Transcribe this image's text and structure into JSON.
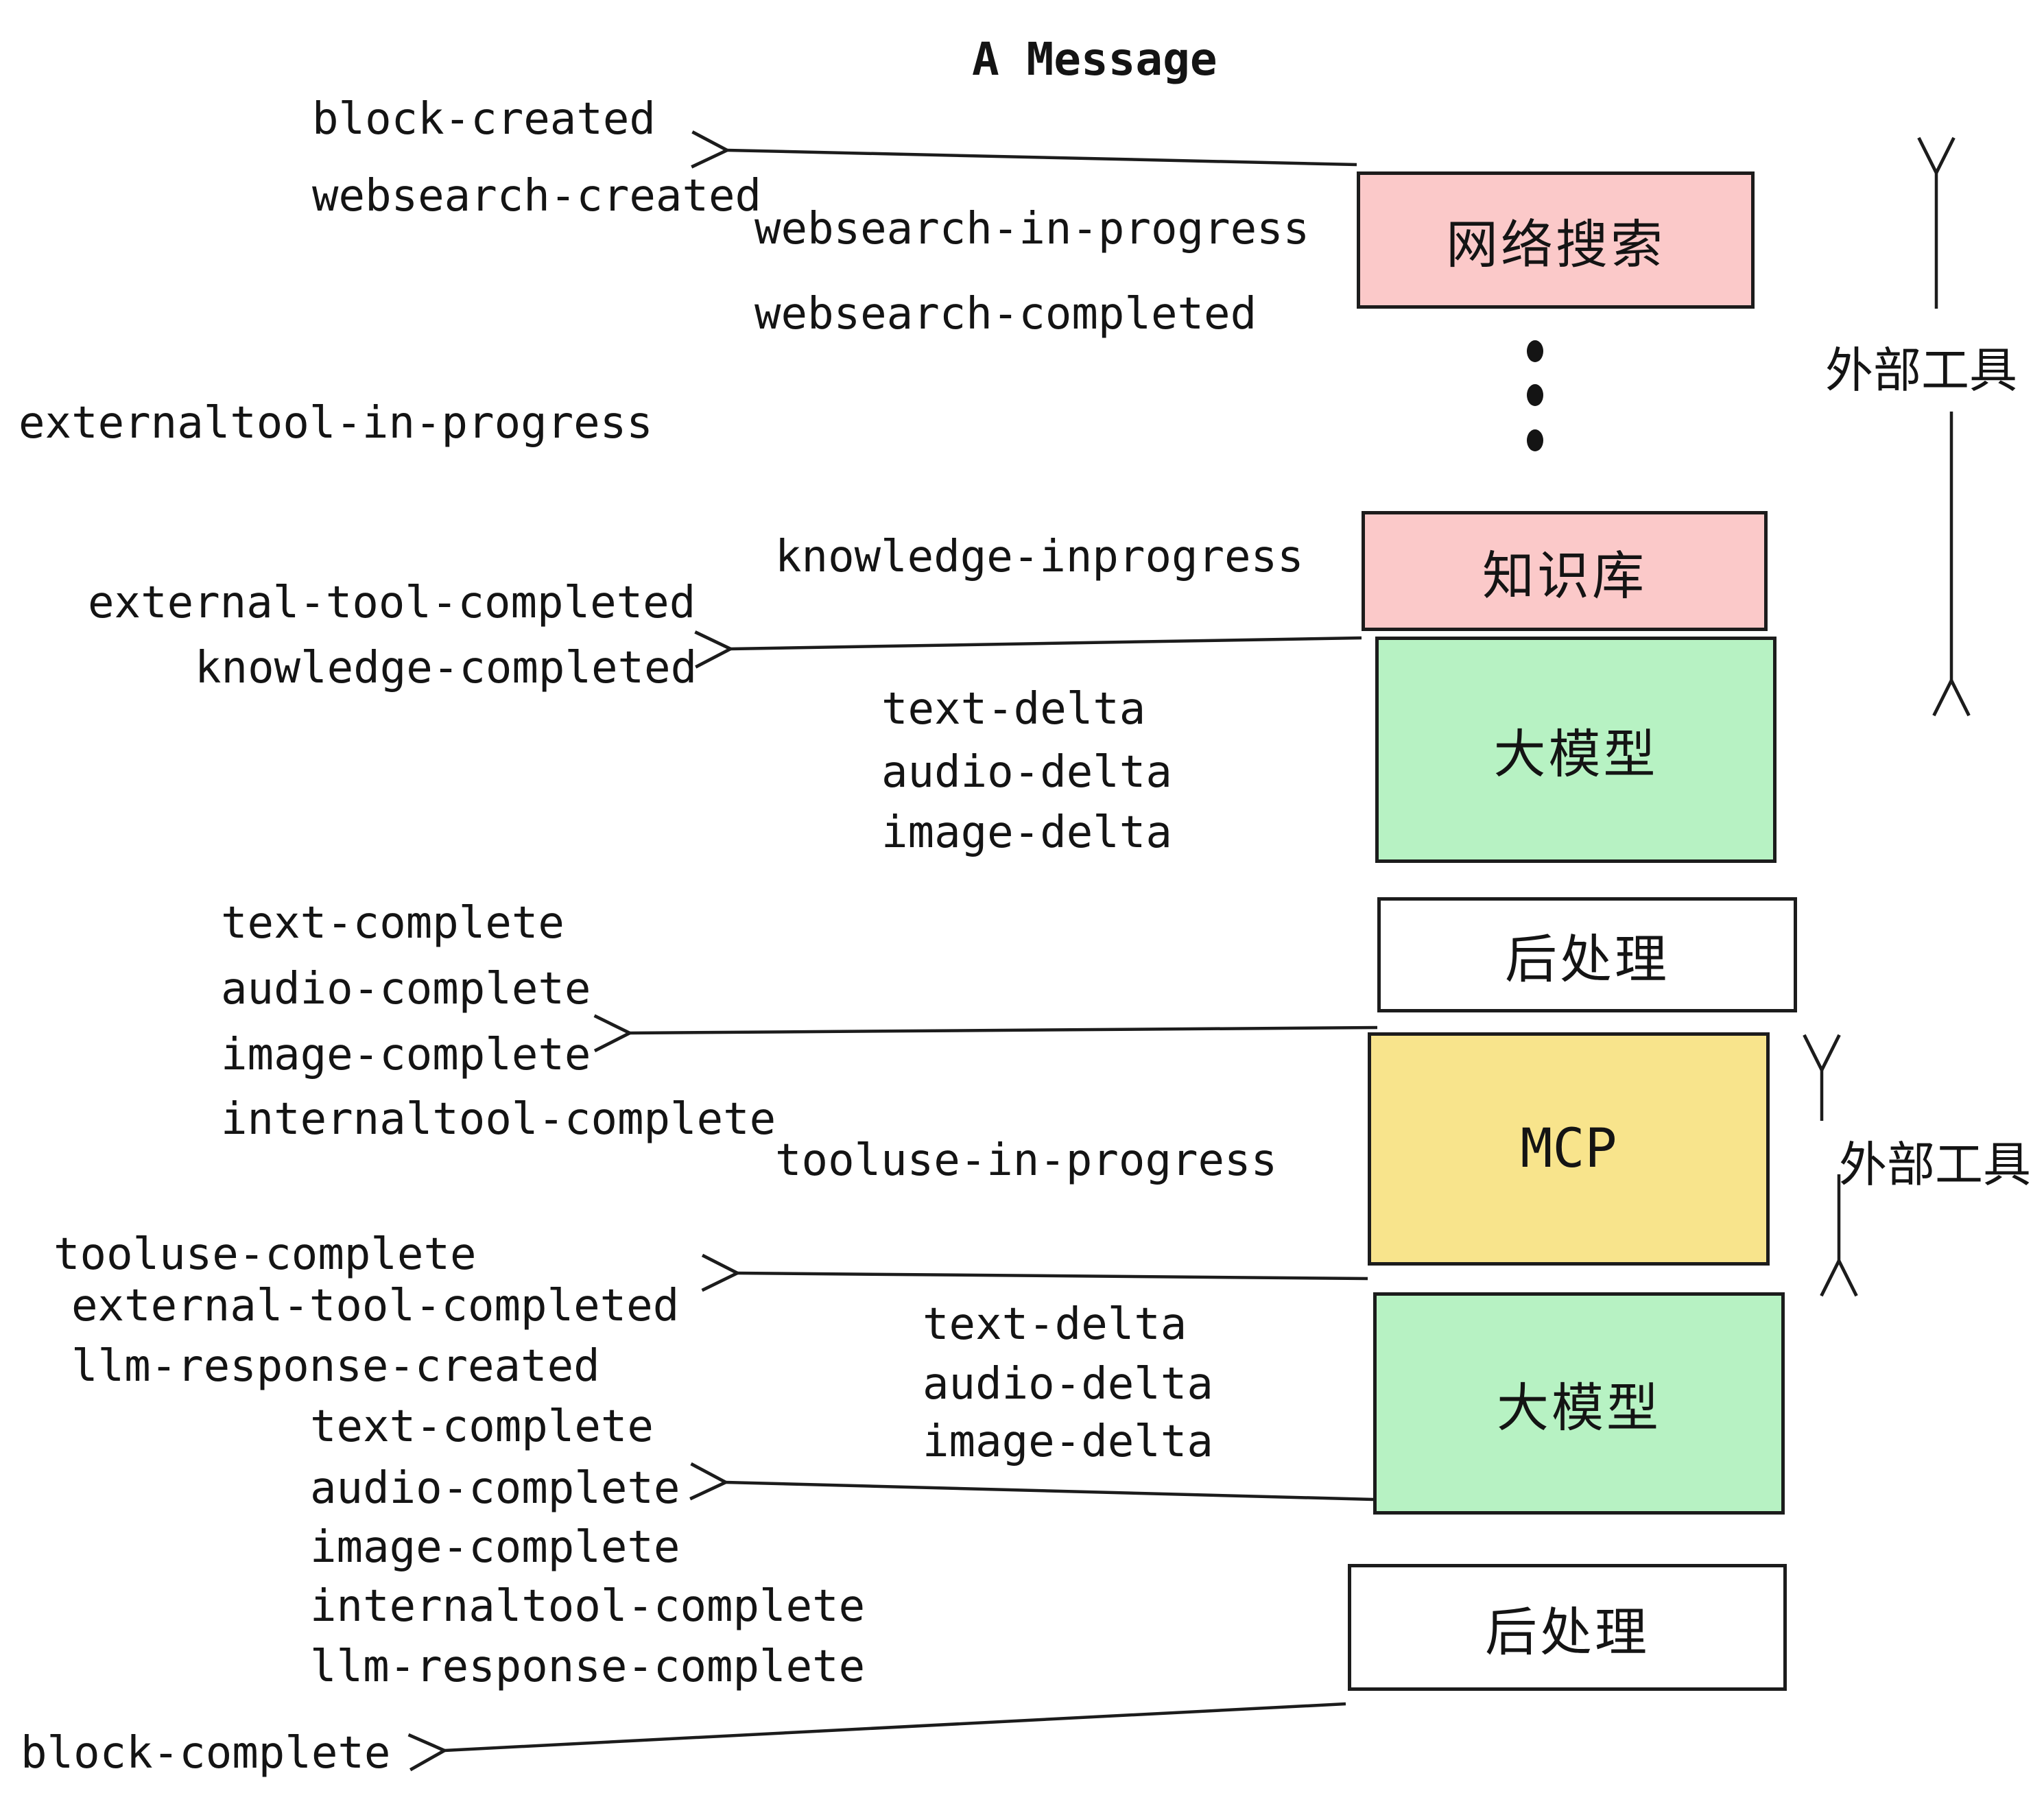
{
  "title": "A Message",
  "colors": {
    "box_pink": "#fbc9c9",
    "box_green": "#b7f2c3",
    "box_yellow": "#f8e48c",
    "box_white": "#ffffff",
    "line": "#1c1c1c",
    "text": "#141414",
    "bg": "#ffffff"
  },
  "boxes": [
    {
      "id": "websearch",
      "label": "网络搜索",
      "color": "pink"
    },
    {
      "id": "knowledge",
      "label": "知识库",
      "color": "pink"
    },
    {
      "id": "llm-1",
      "label": "大模型",
      "color": "green"
    },
    {
      "id": "postprocess-1",
      "label": "后处理",
      "color": "white"
    },
    {
      "id": "mcp",
      "label": "MCP",
      "color": "yellow"
    },
    {
      "id": "llm-2",
      "label": "大模型",
      "color": "green"
    },
    {
      "id": "postprocess-2",
      "label": "后处理",
      "color": "white"
    }
  ],
  "side_labels": [
    {
      "id": "external-tools-1",
      "text": "外部工具"
    },
    {
      "id": "external-tools-2",
      "text": "外部工具"
    }
  ],
  "events": {
    "block_created": "block-created",
    "websearch_created": "websearch-created",
    "websearch_in_progress": "websearch-in-progress",
    "websearch_completed": "websearch-completed",
    "externaltool_in_progress": "externaltool-in-progress",
    "external_tool_completed_1": "external-tool-completed",
    "knowledge_completed": "knowledge-completed",
    "knowledge_inprogress": "knowledge-inprogress",
    "text_delta_1": "text-delta",
    "audio_delta_1": "audio-delta",
    "image_delta_1": "image-delta",
    "text_complete_1": "text-complete",
    "audio_complete_1": "audio-complete",
    "image_complete_1": "image-complete",
    "internaltool_complete_1": "internaltool-complete",
    "tooluse_in_progress": "tooluse-in-progress",
    "tooluse_complete": "tooluse-complete",
    "external_tool_completed_2": "external-tool-completed",
    "llm_response_created": "llm-response-created",
    "text_delta_2": "text-delta",
    "audio_delta_2": "audio-delta",
    "image_delta_2": "image-delta",
    "text_complete_2": "text-complete",
    "audio_complete_2": "audio-complete",
    "image_complete_2": "image-complete",
    "internaltool_complete_2": "internaltool-complete",
    "llm_response_complete": "llm-response-complete",
    "block_complete": "block-complete"
  }
}
